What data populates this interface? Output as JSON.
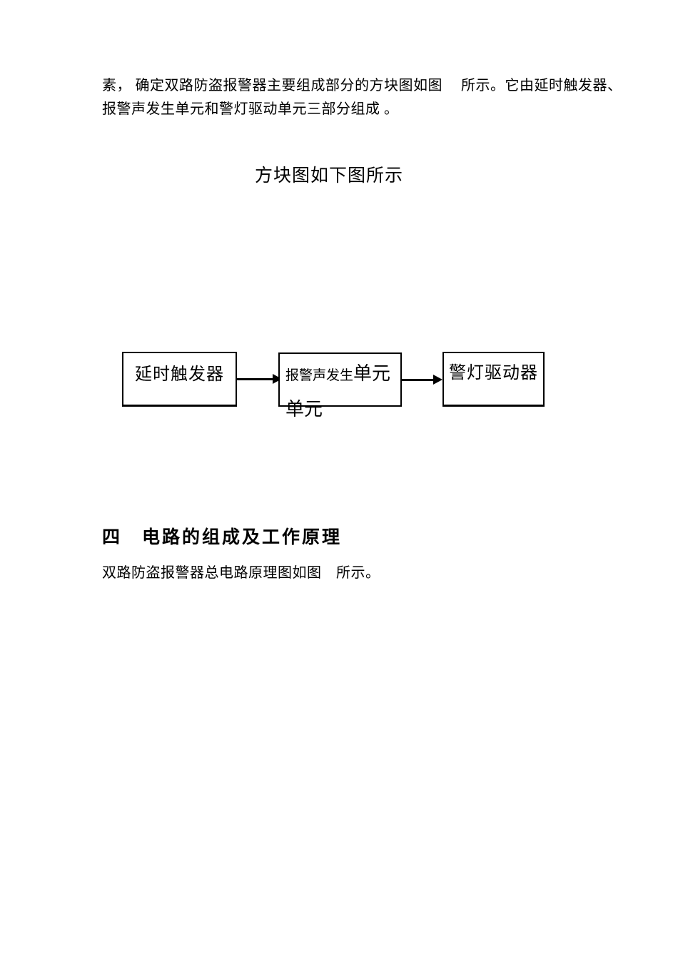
{
  "document": {
    "intro_paragraph": {
      "lines": [
        "素， 确定双路防盗报警器主要组成部分的方块图如图　 所示。它由延时触发器、",
        "报警声发生单元和警灯驱动单元三部分组成 。"
      ]
    },
    "diagram_caption": "方块图如下图所示",
    "block_diagram": {
      "box1_label": "延时触发器",
      "box2_label_part1": "报警声发生",
      "box2_label_part2": "单元",
      "box2_overflow_label": "单元",
      "box3_label": "警灯驱动器"
    },
    "section_heading": "四　电路的组成及工作原理",
    "section_paragraph": "双路防盗报警器总电路原理图如图　所示。"
  },
  "colors": {
    "page_bg": "#ffffff",
    "text": "#000000",
    "box_border": "#000000",
    "arrow": "#000000"
  }
}
